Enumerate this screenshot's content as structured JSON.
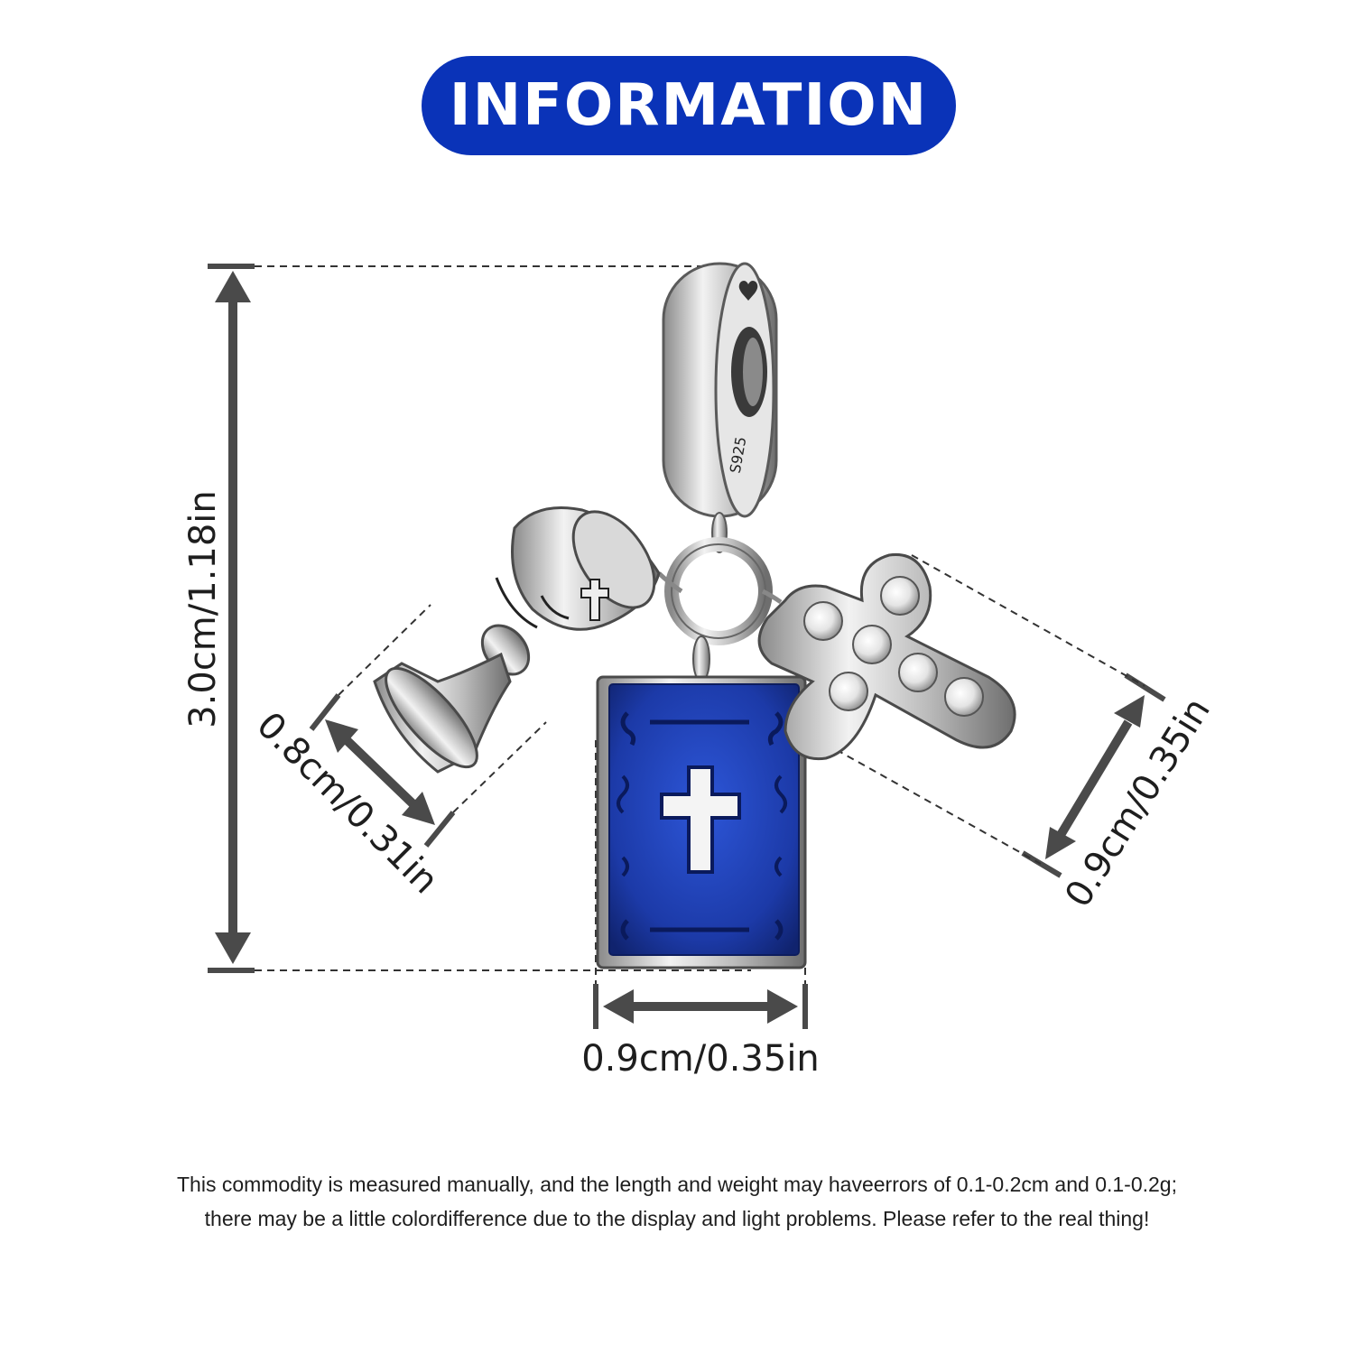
{
  "header": {
    "title": "INFORMATION"
  },
  "colors": {
    "header_bg": "#0a33b8",
    "enamel": "#1f3fb8",
    "silver": "#c9c9c9",
    "arrow": "#4a4a4a"
  },
  "dimensions": {
    "total_height": "3.0cm/1.18in",
    "chalice_width": "0.8cm/0.31in",
    "book_width": "0.9cm/0.35in",
    "cross_width": "0.9cm/0.35in"
  },
  "product": {
    "bail_stamp": "S925"
  },
  "footer": {
    "line1": "This commodity is measured manually, and the length and weight may haveerrors of 0.1-0.2cm and 0.1-0.2g;",
    "line2": "there may be a little colordifference due to the display and light problems. Please refer to the real thing!"
  }
}
